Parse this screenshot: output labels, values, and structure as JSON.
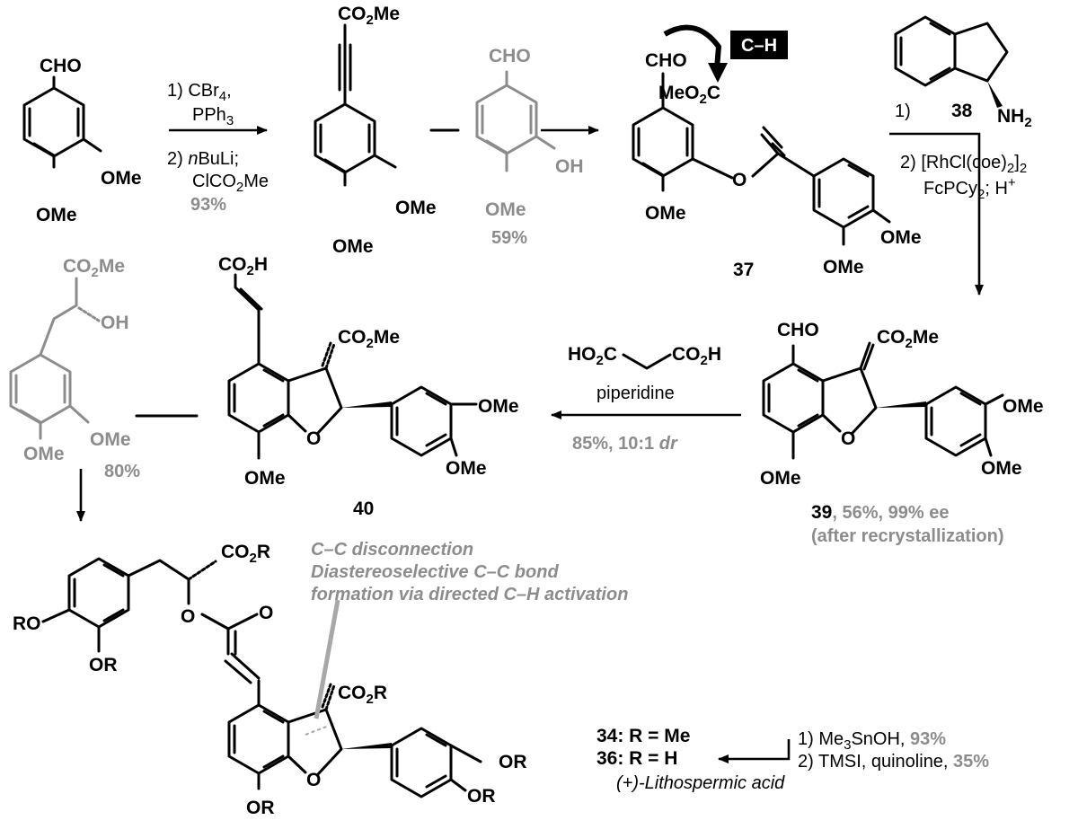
{
  "start": {
    "cho": "CHO",
    "ome1": "OMe",
    "ome2": "OMe"
  },
  "alkynylation": {
    "step1": "1) CBr",
    "step1_sub": "4",
    "step1_tail": ",",
    "step1b": "PPh",
    "step1b_sub": "3",
    "step2_pre": "2) ",
    "step2_italic": "n",
    "step2_post": "BuLi;",
    "step2b": "ClCO",
    "step2b_sub": "2",
    "step2b_post": "Me",
    "yield": "93%"
  },
  "alkyne": {
    "co2me": "CO",
    "co2me_sub": "2",
    "co2me_post": "Me",
    "ome1": "OMe",
    "ome2": "OMe"
  },
  "phenol": {
    "cho": "CHO",
    "oh": "OH",
    "ome": "OMe",
    "yield": "59%"
  },
  "compound37": {
    "cho": "CHO",
    "meo2c": "MeO",
    "meo2c_sub": "2",
    "meo2c_post": "C",
    "o": "O",
    "ome1": "OMe",
    "ome2": "OMe",
    "ome3": "OMe",
    "label": "37",
    "ch_badge": "C–H"
  },
  "cha_step": {
    "step1": "1)",
    "amine_label": "38",
    "nh2": "NH",
    "nh2_sub": "2",
    "step2": "2) [RhCl(coe)",
    "step2_sub1": "2",
    "step2_mid": "]",
    "step2_sub2": "2",
    "step2b": "FcPCy",
    "step2b_sub": "2",
    "step2b_post": "; H",
    "step2b_sup": "+"
  },
  "compound39": {
    "cho": "CHO",
    "co2me": "CO",
    "co2me_sub": "2",
    "co2me_post": "Me",
    "o": "O",
    "ome1": "OMe",
    "ome2": "OMe",
    "ome3": "OMe",
    "label": "39",
    "info": ", 56%, 99% ee",
    "info2": "(after recrystallization)"
  },
  "knoevenagel": {
    "ho2c": "HO",
    "ho2c_sub": "2",
    "ho2c_post": "C",
    "co2h": "CO",
    "co2h_sub": "2",
    "co2h_post": "H",
    "reagent": "piperidine",
    "yield_pre": "85%, 10:1 ",
    "yield_italic": "dr"
  },
  "compound40": {
    "co2h": "CO",
    "co2h_sub": "2",
    "co2h_post": "H",
    "co2me": "CO",
    "co2me_sub": "2",
    "co2me_post": "Me",
    "o": "O",
    "ome1": "OMe",
    "ome2": "OMe",
    "ome3": "OMe",
    "label": "40"
  },
  "lactate": {
    "co2me": "CO",
    "co2me_sub": "2",
    "co2me_post": "Me",
    "oh": "OH",
    "ome1": "OMe",
    "ome2": "OMe",
    "yield": "80%"
  },
  "final": {
    "co2r1": "CO",
    "co2r1_sub": "2",
    "co2r1_post": "R",
    "ro1": "RO",
    "or1": "OR",
    "o_ester": "O",
    "o_carbonyl": "O",
    "co2r2": "CO",
    "co2r2_sub": "2",
    "co2r2_post": "R",
    "o_ring": "O",
    "or2": "OR",
    "or3": "OR",
    "or4": "OR",
    "note1": "C–C disconnection",
    "note2": "Diastereoselective C–C bond",
    "note3": "formation via directed C–H activation"
  },
  "deprotection": {
    "lbl34": "34: R = Me",
    "lbl36": "36: R = H",
    "name": "(+)-Lithospermic acid",
    "step1": "1) Me",
    "step1_sub": "3",
    "step1_post": "SnOH, ",
    "step1_yield": "93%",
    "step2": "2) TMSI, quinoline, ",
    "step2_yield": "35%"
  }
}
